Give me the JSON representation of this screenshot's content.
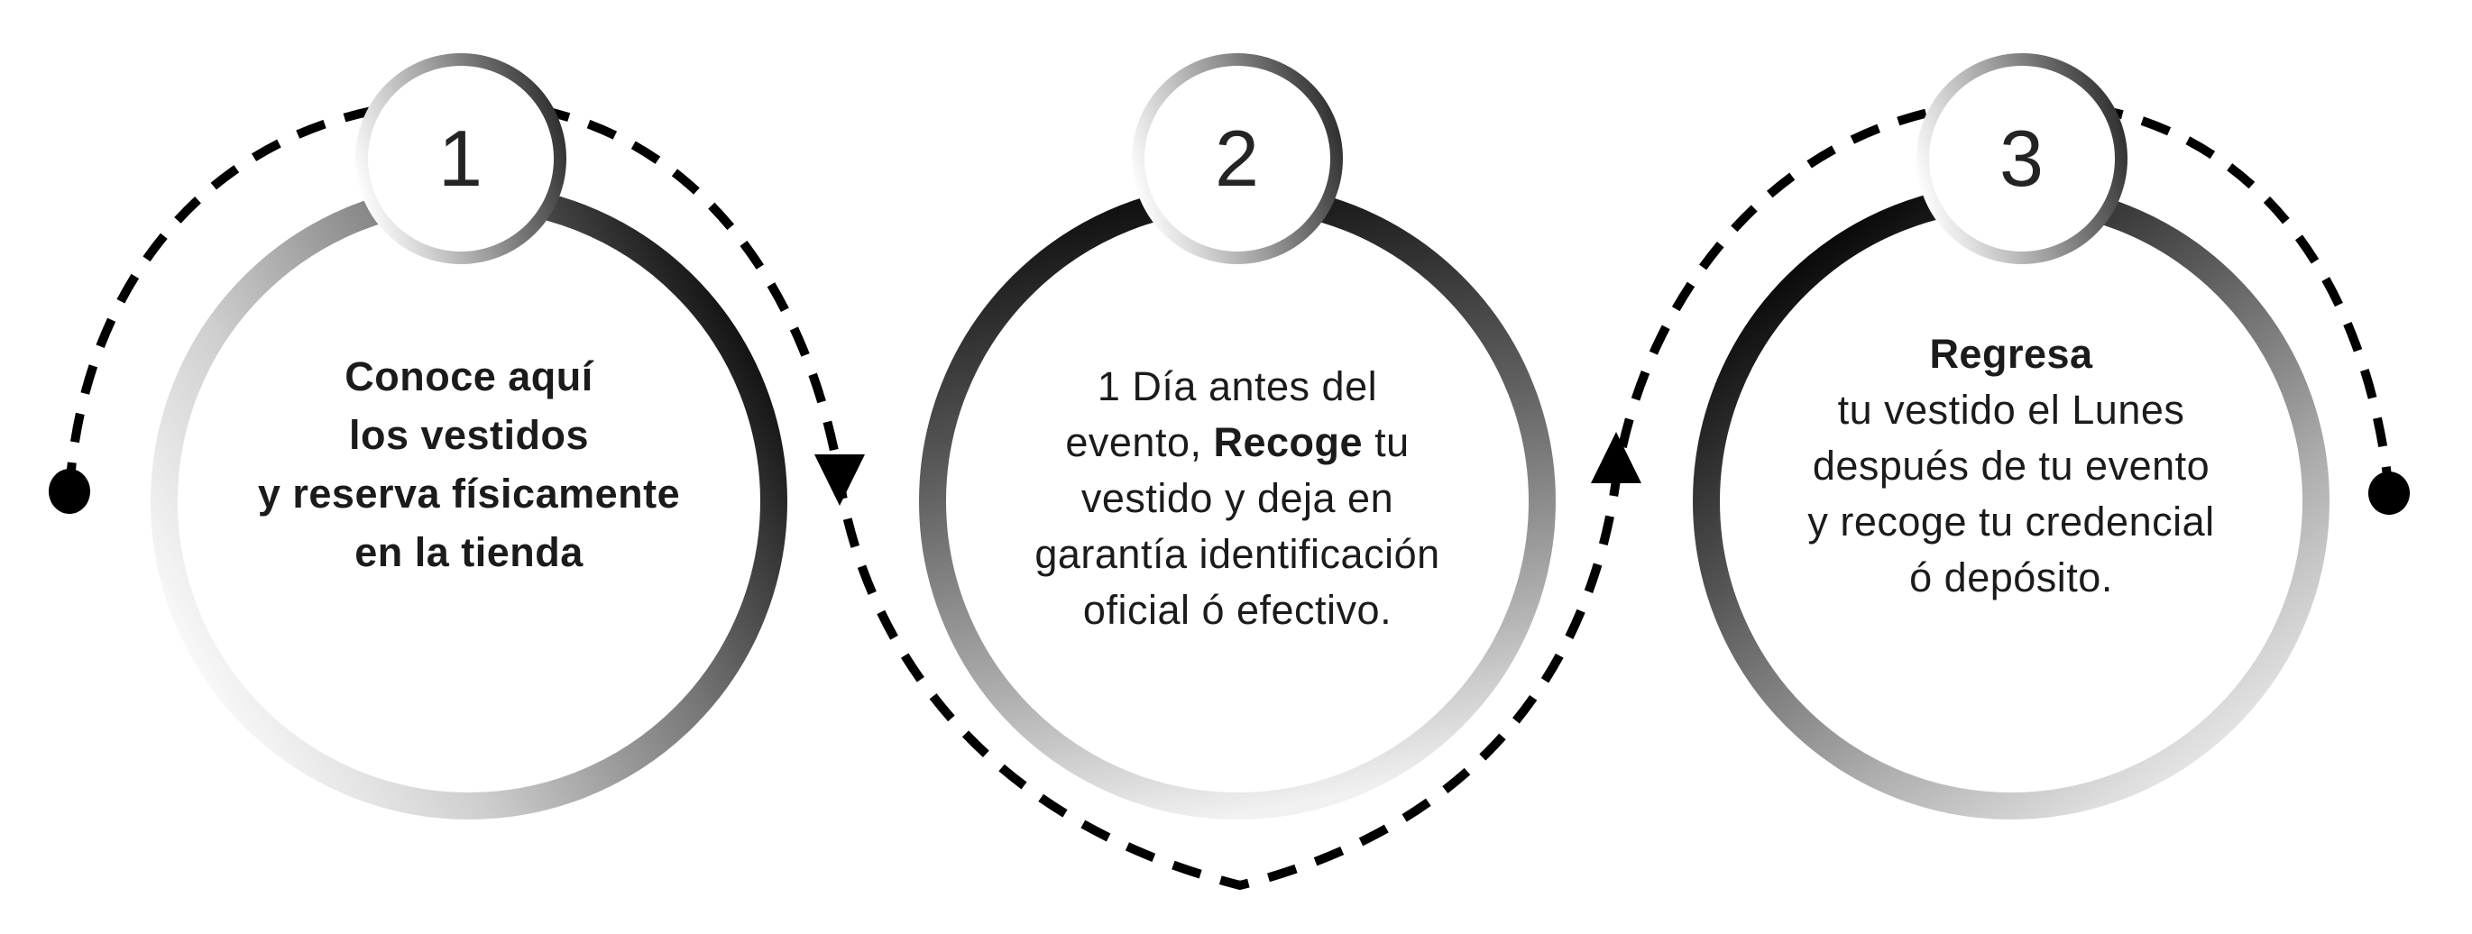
{
  "background_color": "#ffffff",
  "colors": {
    "text": "#1b1b1b",
    "connector": "#000000",
    "ring_gradient_dark": "#050505",
    "ring_gradient_light": "#f1f1f1"
  },
  "connector": {
    "start_icon": "dot",
    "forward_icon": "arrow-down",
    "return_icon": "arrow-up",
    "end_icon": "dot"
  },
  "steps": [
    {
      "number": "1",
      "line1": "Conoce aquí",
      "line2": "los vestidos",
      "line3": "y reserva físicamente",
      "line4": "en la tienda"
    },
    {
      "number": "2",
      "line1": "1 Día antes del",
      "line2_pre": "evento, ",
      "line2_bold": "Recoge",
      "line2_post": " tu",
      "line3": "vestido y deja en",
      "line4": "garantía identificación",
      "line5": "oficial ó efectivo."
    },
    {
      "number": "3",
      "line1_bold": "Regresa",
      "line2": "tu vestido el Lunes",
      "line3": "después de tu evento",
      "line4": "y recoge tu credencial",
      "line5": "ó depósito."
    }
  ]
}
